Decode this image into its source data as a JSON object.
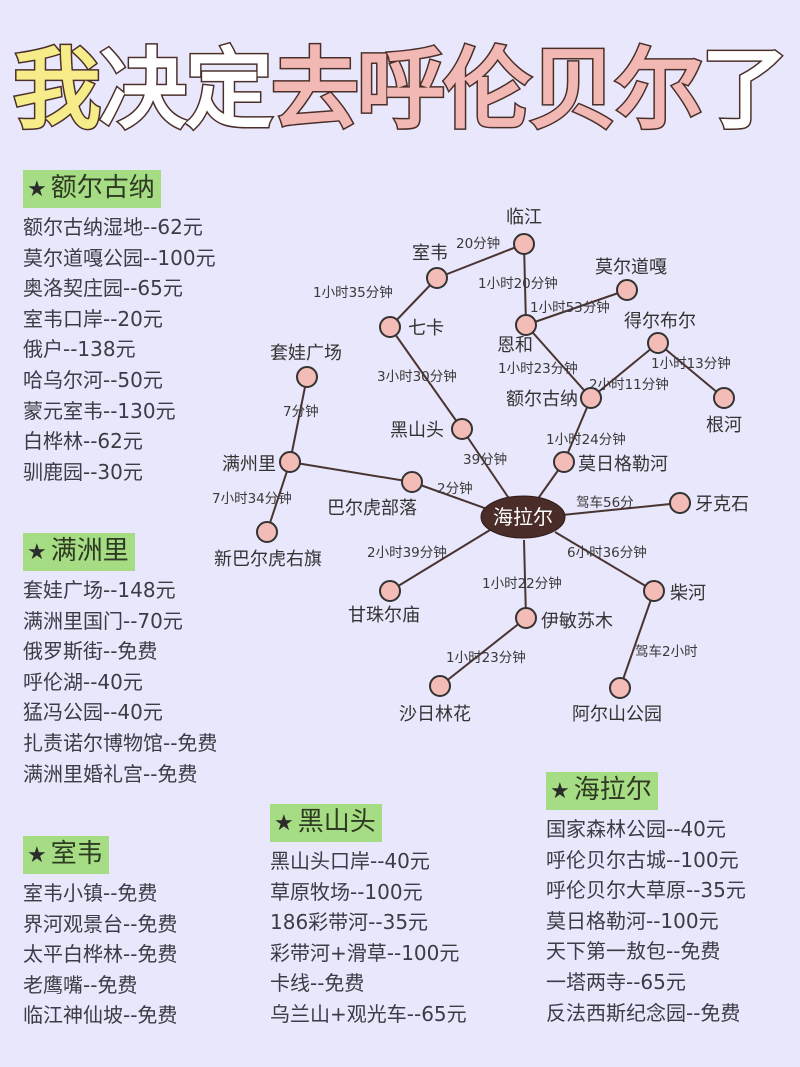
{
  "title": {
    "parts": [
      {
        "text": "我",
        "color": "#f7ec8a"
      },
      {
        "text": "决定",
        "color": "#ffffff"
      },
      {
        "text": "去呼伦贝尔",
        "color": "#f2b8b4"
      },
      {
        "text": "了",
        "color": "#ffffff"
      }
    ]
  },
  "colors": {
    "background": "#e8e7fb",
    "badge": "#a6dc84",
    "node_fill": "#f4bcb6",
    "node_stroke": "#333333",
    "hub_fill": "#4a2c28",
    "edge": "#4a3431"
  },
  "sections": [
    {
      "name": "额尔古纳",
      "star": "★",
      "items": [
        "额尔古纳湿地--62元",
        "莫尔道嘎公园--100元",
        "奥洛契庄园--65元",
        "室韦口岸--20元",
        "俄户--138元",
        "哈乌尔河--50元",
        "蒙元室韦--130元",
        "白桦林--62元",
        "驯鹿园--30元"
      ]
    },
    {
      "name": "满洲里",
      "star": "★",
      "items": [
        "套娃广场--148元",
        "满洲里国门--70元",
        "俄罗斯街--免费",
        "呼伦湖--40元",
        "猛冯公园--40元",
        "扎责诺尔博物馆--免费",
        "满洲里婚礼宫--免费"
      ]
    },
    {
      "name": "室韦",
      "star": "★",
      "items": [
        "室韦小镇--免费",
        "界河观景台--免费",
        "太平白桦林--免费",
        "老鹰嘴--免费",
        "临江神仙坡--免费"
      ]
    },
    {
      "name": "黑山头",
      "star": "★",
      "items": [
        "黑山头口岸--40元",
        "草原牧场--100元",
        "186彩带河--35元",
        "彩带河+滑草--100元",
        "卡线--免费",
        "乌兰山+观光车--65元"
      ]
    },
    {
      "name": "海拉尔",
      "star": "★",
      "items": [
        "国家森林公园--40元",
        "呼伦贝尔古城--100元",
        "呼伦贝尔大草原--35元",
        "莫日格勒河--100元",
        "天下第一敖包--免费",
        "一塔两寺--65元",
        "反法西斯纪念园--免费"
      ]
    }
  ],
  "map": {
    "hub": {
      "label": "海拉尔"
    },
    "nodes": [
      {
        "id": "linjiang",
        "label": "临江"
      },
      {
        "id": "shiwei",
        "label": "室韦"
      },
      {
        "id": "qika",
        "label": "七卡"
      },
      {
        "id": "enhe",
        "label": "恩和"
      },
      {
        "id": "moerdaoga",
        "label": "莫尔道嘎"
      },
      {
        "id": "deerbuer",
        "label": "得尔布尔"
      },
      {
        "id": "genhe",
        "label": "根河"
      },
      {
        "id": "eerguna",
        "label": "额尔古纳"
      },
      {
        "id": "heishantou",
        "label": "黑山头"
      },
      {
        "id": "morigelehe",
        "label": "莫日格勒河"
      },
      {
        "id": "taowa",
        "label": "套娃广场"
      },
      {
        "id": "manzhouli",
        "label": "满州里"
      },
      {
        "id": "baerhu",
        "label": "巴尔虎部落"
      },
      {
        "id": "xinbaerhu",
        "label": "新巴尔虎右旗"
      },
      {
        "id": "yakeshi",
        "label": "牙克石"
      },
      {
        "id": "ganzhuer",
        "label": "甘珠尔庙"
      },
      {
        "id": "yiminsumu",
        "label": "伊敏苏木"
      },
      {
        "id": "chaihe",
        "label": "柴河"
      },
      {
        "id": "sharilinhua",
        "label": "沙日林花"
      },
      {
        "id": "aershan",
        "label": "阿尔山公园"
      }
    ],
    "edges": [
      {
        "from": "shiwei",
        "to": "linjiang",
        "label": "20分钟"
      },
      {
        "from": "qika",
        "to": "shiwei",
        "label": "1小时35分钟"
      },
      {
        "from": "linjiang",
        "to": "enhe",
        "label": "1小时20分钟"
      },
      {
        "from": "enhe",
        "to": "moerdaoga",
        "label": "1小时53分钟"
      },
      {
        "from": "deerbuer",
        "to": "genhe",
        "label": "1小时13分钟"
      },
      {
        "from": "enhe",
        "to": "eerguna",
        "label": "1小时23分钟"
      },
      {
        "from": "eerguna",
        "to": "deerbuer",
        "label": "2小时11分钟"
      },
      {
        "from": "qika",
        "to": "heishantou",
        "label": "3小时30分钟"
      },
      {
        "from": "taowa",
        "to": "manzhouli",
        "label": "7分钟"
      },
      {
        "from": "eerguna",
        "to": "morigelehe",
        "label": "1小时24分钟"
      },
      {
        "from": "heishantou",
        "to": "hub",
        "label": "39分钟"
      },
      {
        "from": "manzhouli",
        "to": "baerhu",
        "label": ""
      },
      {
        "from": "baerhu",
        "to": "hub",
        "label": "2分钟"
      },
      {
        "from": "manzhouli",
        "to": "xinbaerhu",
        "label": "7小时34分钟"
      },
      {
        "from": "morigelehe",
        "to": "hub",
        "label": ""
      },
      {
        "from": "hub",
        "to": "yakeshi",
        "label": "驾车56分"
      },
      {
        "from": "hub",
        "to": "ganzhuer",
        "label": "2小时39分钟"
      },
      {
        "from": "hub",
        "to": "chaihe",
        "label": "6小时36分钟"
      },
      {
        "from": "hub",
        "to": "yiminsumu",
        "label": "1小时22分钟"
      },
      {
        "from": "yiminsumu",
        "to": "sharilinhua",
        "label": "1小时23分钟"
      },
      {
        "from": "chaihe",
        "to": "aershan",
        "label": "驾车2小时"
      }
    ]
  }
}
